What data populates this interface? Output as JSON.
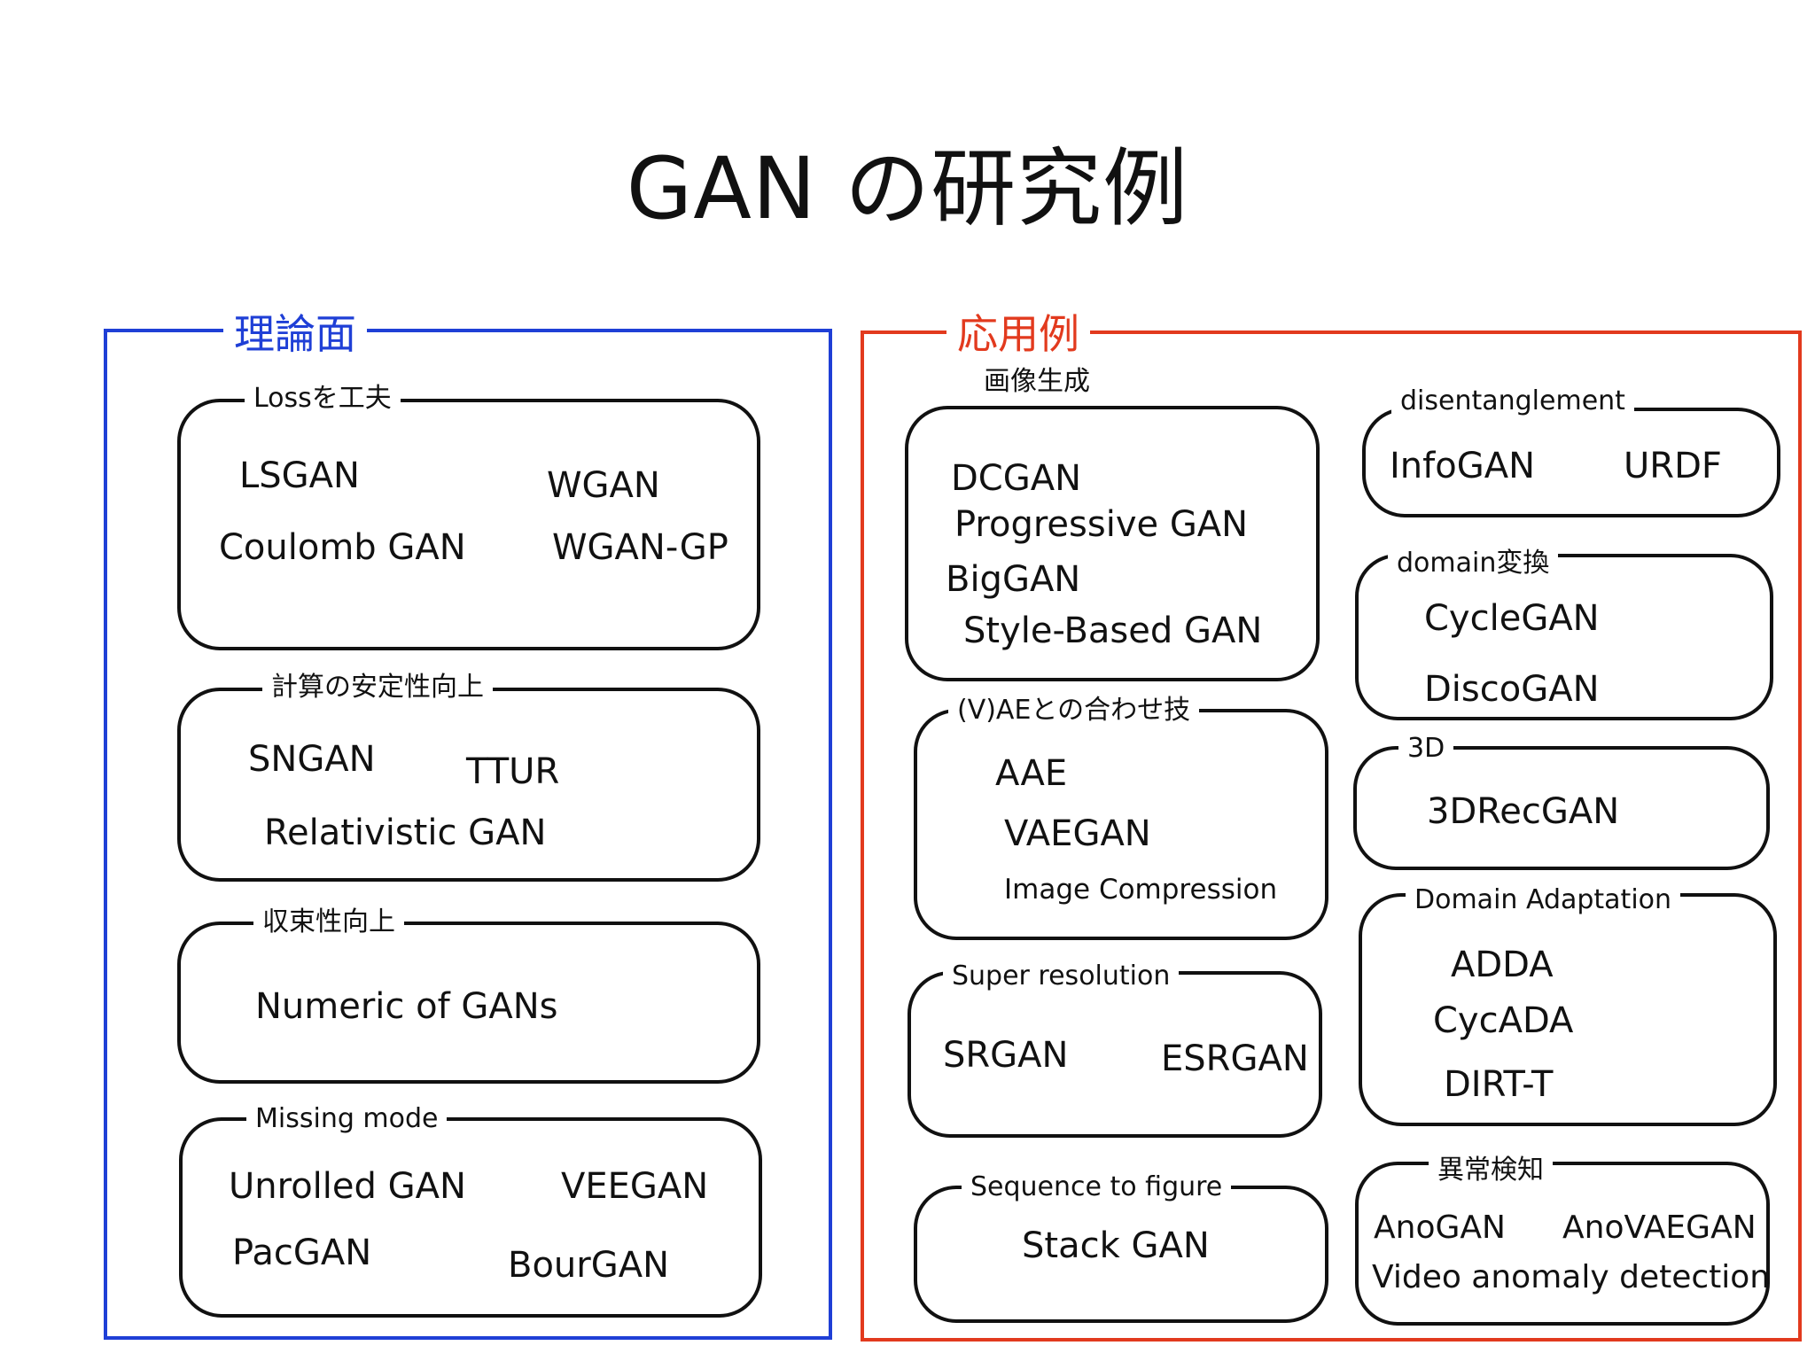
{
  "title": "GAN の研究例",
  "colors": {
    "theory_frame": "#1f3fd6",
    "application_frame": "#e23a1e",
    "box_border": "#111111",
    "text": "#111111"
  },
  "theory": {
    "label": "理論面",
    "boxes": {
      "loss": {
        "title": "Lossを工夫",
        "items": [
          "LSGAN",
          "WGAN",
          "Coulomb GAN",
          "WGAN-GP"
        ]
      },
      "stability": {
        "title": "計算の安定性向上",
        "items": [
          "SNGAN",
          "TTUR",
          "Relativistic GAN"
        ]
      },
      "convergence": {
        "title": "収束性向上",
        "items": [
          "Numeric of GANs"
        ]
      },
      "missing_mode": {
        "title": "Missing mode",
        "items": [
          "Unrolled GAN",
          "VEEGAN",
          "PacGAN",
          "BourGAN"
        ]
      }
    }
  },
  "application": {
    "label": "応用例",
    "boxes": {
      "image_gen": {
        "title": "画像生成",
        "items": [
          "DCGAN",
          "Progressive GAN",
          "BigGAN",
          "Style-Based GAN"
        ]
      },
      "vae": {
        "title": "(V)AEとの合わせ技",
        "items": [
          "AAE",
          "VAEGAN",
          "Image Compression"
        ]
      },
      "super_res": {
        "title": "Super resolution",
        "items": [
          "SRGAN",
          "ESRGAN"
        ]
      },
      "seq_fig": {
        "title": "Sequence to figure",
        "items": [
          "Stack GAN"
        ]
      },
      "disentangle": {
        "title": "disentanglement",
        "items": [
          "InfoGAN",
          "URDF"
        ]
      },
      "domain_conv": {
        "title": "domain変換",
        "items": [
          "CycleGAN",
          "DiscoGAN"
        ]
      },
      "three_d": {
        "title": "3D",
        "items": [
          "3DRecGAN"
        ]
      },
      "domain_adapt": {
        "title": "Domain Adaptation",
        "items": [
          "ADDA",
          "CycADA",
          "DIRT-T"
        ]
      },
      "anomaly": {
        "title": "異常検知",
        "items": [
          "AnoGAN",
          "AnoVAEGAN",
          "Video anomaly detection"
        ]
      }
    }
  }
}
